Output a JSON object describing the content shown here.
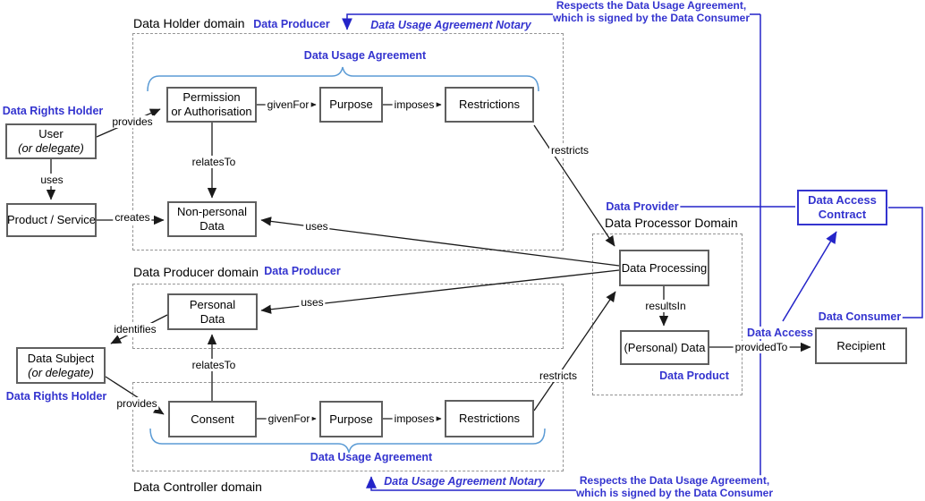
{
  "diagram": {
    "domains": {
      "holder": {
        "label": "Data Holder domain"
      },
      "producer": {
        "label": "Data Producer domain"
      },
      "controller": {
        "label": "Data Controller domain"
      },
      "processor": {
        "label": "Data Processor Domain"
      }
    },
    "nodes": {
      "user": {
        "line1": "User",
        "line2": "(or delegate)"
      },
      "product_service": {
        "line1": "Product / Service"
      },
      "permission": {
        "line1": "Permission",
        "line2": "or Authorisation"
      },
      "purpose_top": {
        "line1": "Purpose"
      },
      "restrictions_top": {
        "line1": "Restrictions"
      },
      "non_personal_data": {
        "line1": "Non-personal",
        "line2": "Data"
      },
      "personal_data": {
        "line1": "Personal",
        "line2": "Data"
      },
      "data_subject": {
        "line1": "Data Subject",
        "line2": "(or delegate)"
      },
      "consent": {
        "line1": "Consent"
      },
      "purpose_bottom": {
        "line1": "Purpose"
      },
      "restrictions_bottom": {
        "line1": "Restrictions"
      },
      "data_processing": {
        "line1": "Data Processing"
      },
      "personal_data_output": {
        "line1": "(Personal) Data"
      },
      "recipient": {
        "line1": "Recipient"
      },
      "data_access_contract": {
        "line1": "Data Access",
        "line2": "Contract"
      }
    },
    "edge_labels": {
      "provides_top": "provides",
      "uses_left": "uses",
      "creates": "creates",
      "given_for_top": "givenFor",
      "imposes_top": "imposes",
      "relates_to_top": "relatesTo",
      "restricts_top": "restricts",
      "uses_non_personal": "uses",
      "uses_personal": "uses",
      "identifies": "identifies",
      "relates_to_bottom": "relatesTo",
      "provides_bottom": "provides",
      "given_for_bottom": "givenFor",
      "imposes_bottom": "imposes",
      "restricts_bottom": "restricts",
      "results_in": "resultsIn",
      "provided_to": "providedTo"
    },
    "annotations": {
      "data_rights_holder_top": "Data Rights Holder",
      "data_rights_holder_bottom": "Data Rights Holder",
      "data_producer_top": "Data Producer",
      "data_producer_mid": "Data Producer",
      "dua_top": "Data Usage Agreement",
      "dua_bottom": "Data Usage Agreement",
      "notary_top": "Data Usage Agreement Notary",
      "notary_bottom": "Data Usage Agreement Notary",
      "data_provider": "Data Provider",
      "data_product": "Data Product",
      "data_access": "Data Access",
      "data_consumer": "Data Consumer",
      "respects_top": {
        "line1": "Respects the Data Usage Agreement,",
        "line2": "which is signed by the Data Consumer"
      },
      "respects_bottom": {
        "line1": "Respects the Data Usage Agreement,",
        "line2": "which is signed by the Data Consumer"
      }
    },
    "colors": {
      "accent_blue": "#3434cf",
      "notary_line_blue": "#2424c8",
      "brace_blue": "#5b9bd5",
      "edge_black": "#1a1a1a",
      "box_border_gray": "#5f5f5f",
      "dashed_gray": "#949494"
    }
  }
}
